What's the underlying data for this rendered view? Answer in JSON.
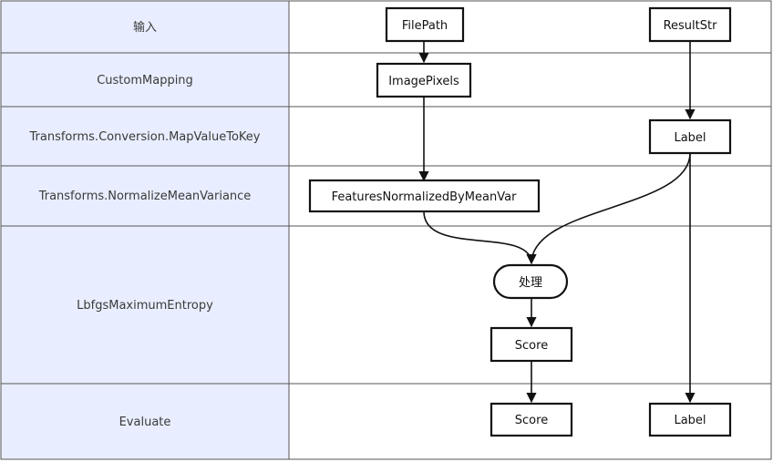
{
  "lanes": [
    {
      "label": "输入"
    },
    {
      "label": "CustomMapping"
    },
    {
      "label": "Transforms.Conversion.MapValueToKey"
    },
    {
      "label": "Transforms.NormalizeMeanVariance"
    },
    {
      "label": "LbfgsMaximumEntropy"
    },
    {
      "label": "Evaluate"
    }
  ],
  "nodes": {
    "filepath": "FilePath",
    "resultstr": "ResultStr",
    "imagepixels": "ImagePixels",
    "label_key": "Label",
    "features": "FeaturesNormalizedByMeanVar",
    "process": "处理",
    "score_train": "Score",
    "score_eval": "Score",
    "label_eval": "Label"
  },
  "colors": {
    "lane_fill": "#e8eeff",
    "border": "#555555",
    "node_stroke": "#111111",
    "edge": "#111111"
  }
}
